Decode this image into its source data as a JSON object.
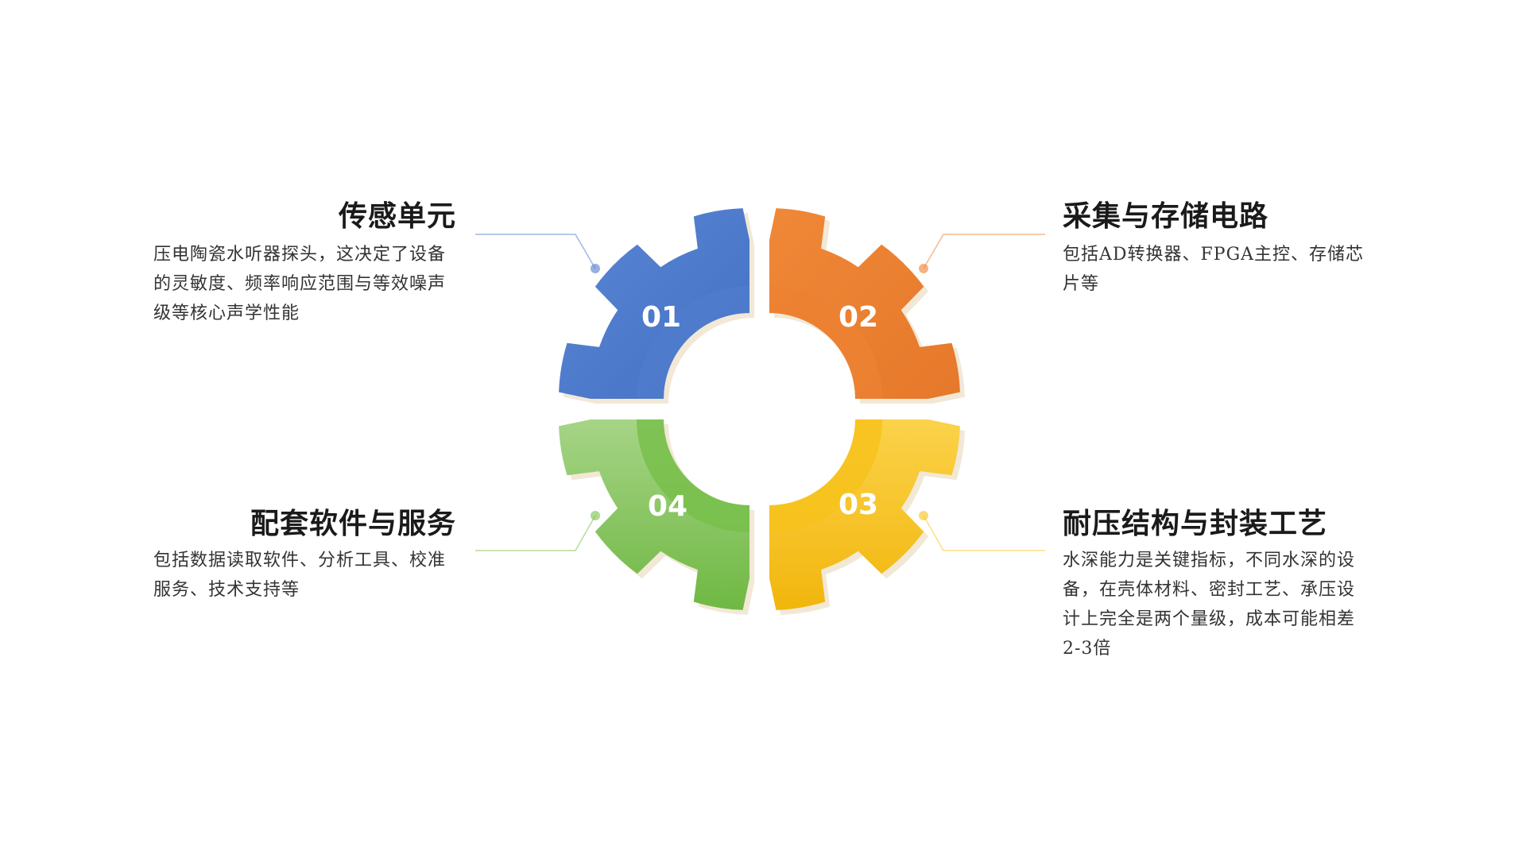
{
  "colors": {
    "blue": "#4f7bcc",
    "orange": "#ec8132",
    "yellow": "#f7c21c",
    "green": "#78c04b",
    "shadow": "#f2e8d6"
  },
  "segments": [
    {
      "id": "01",
      "number": "01",
      "title": "传感单元",
      "description": "压电陶瓷水听器探头，这决定了设备的灵敏度、频率响应范围与等效噪声级等核心声学性能",
      "color": "#4f7bcc"
    },
    {
      "id": "02",
      "number": "02",
      "title": "采集与存储电路",
      "description": "包括AD转换器、FPGA主控、存储芯片等",
      "color": "#ec8132"
    },
    {
      "id": "03",
      "number": "03",
      "title": "耐压结构与封装工艺",
      "description": "水深能力是关键指标，不同水深的设备，在壳体材料、密封工艺、承压设计上完全是两个量级，成本可能相差2-3倍",
      "color": "#f7c21c"
    },
    {
      "id": "04",
      "number": "04",
      "title": "配套软件与服务",
      "description": "包括数据读取软件、分析工具、校准服务、技术支持等",
      "color": "#78c04b"
    }
  ]
}
